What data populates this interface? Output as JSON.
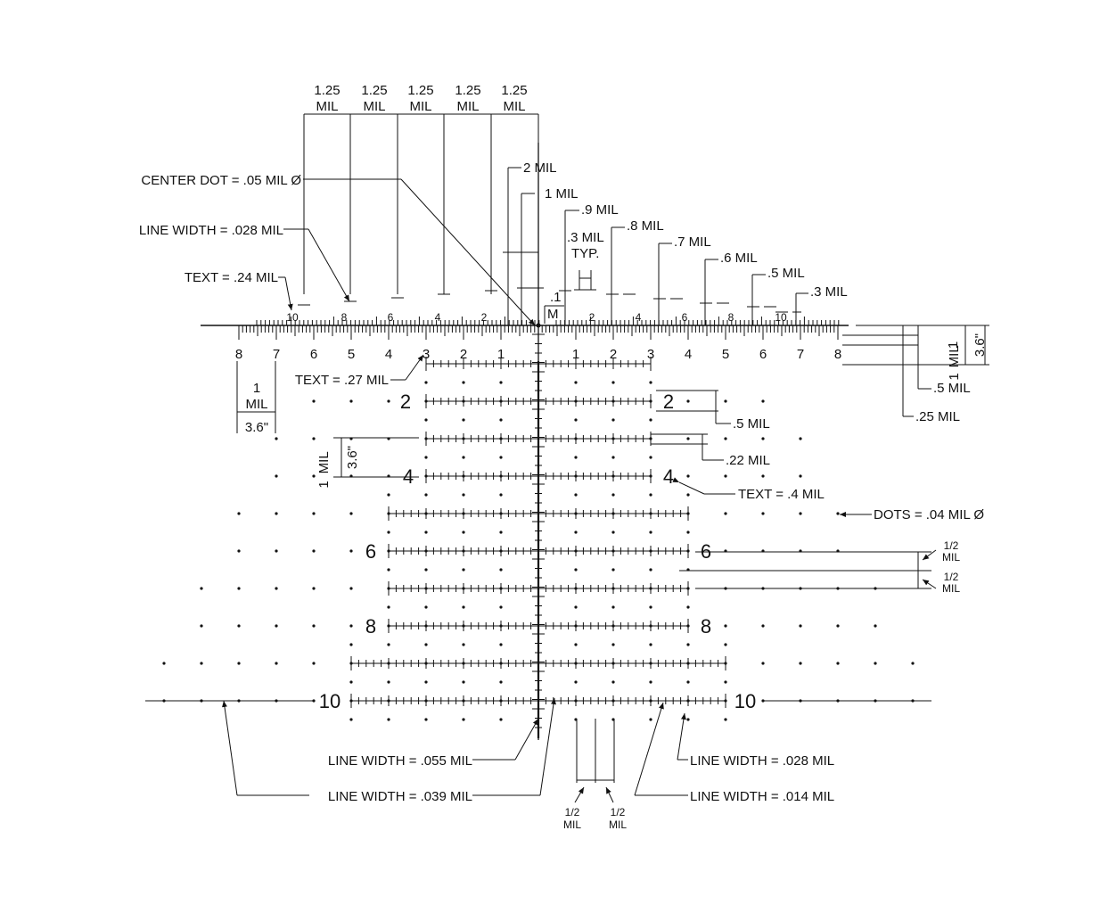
{
  "diagram": {
    "scale_unit": "MIL",
    "vertical_crosshair_labels": [
      "2",
      "4",
      "6",
      "8",
      "10"
    ],
    "horizontal_scale_labels": [
      "8",
      "7",
      "6",
      "5",
      "4",
      "3",
      "2",
      "1",
      "1",
      "2",
      "3",
      "4",
      "5",
      "6",
      "7",
      "8"
    ],
    "top_scale_labels": [
      "10",
      "8",
      "6",
      "4",
      "2",
      "2",
      "4",
      "6",
      "8",
      "10"
    ],
    "spacing_labels": [
      {
        "value": "1.25",
        "unit": "MIL"
      },
      {
        "value": "1.25",
        "unit": "MIL"
      },
      {
        "value": "1.25",
        "unit": "MIL"
      },
      {
        "value": "1.25",
        "unit": "MIL"
      },
      {
        "value": "1.25",
        "unit": "MIL"
      }
    ],
    "annotations": {
      "center_dot": "CENTER DOT = .05 MIL Ø",
      "line_width_top": "LINE WIDTH = .028 MIL",
      "text_top": "TEXT = .24 MIL",
      "text_mid": "TEXT = .27 MIL",
      "text_large": "TEXT = .4 MIL",
      "dots": "DOTS = .04 MIL Ø",
      "lw_055": "LINE WIDTH = .055 MIL",
      "lw_039": "LINE WIDTH = .039 MIL",
      "lw_028": "LINE WIDTH = .028 MIL",
      "lw_014": "LINE WIDTH = .014 MIL",
      "bar_2mil": "2 MIL",
      "bar_1mil": "1 MIL",
      "bar_09": ".9 MIL",
      "bar_08": ".8 MIL",
      "bar_07": ".7 MIL",
      "bar_06": ".6 MIL",
      "bar_05": ".5 MIL",
      "bar_03": ".3 MIL",
      "typ_value": ".3 MIL",
      "typ_label": "TYP.",
      "pt1": ".1",
      "m_label": "M",
      "right_05": ".5 MIL",
      "right_025": ".25 MIL",
      "box_05": ".5 MIL",
      "box_022": ".22 MIL",
      "one": "1",
      "mil": "MIL",
      "inch_36": "3.6\"",
      "half": "1/2",
      "half_mil": "MIL"
    }
  }
}
